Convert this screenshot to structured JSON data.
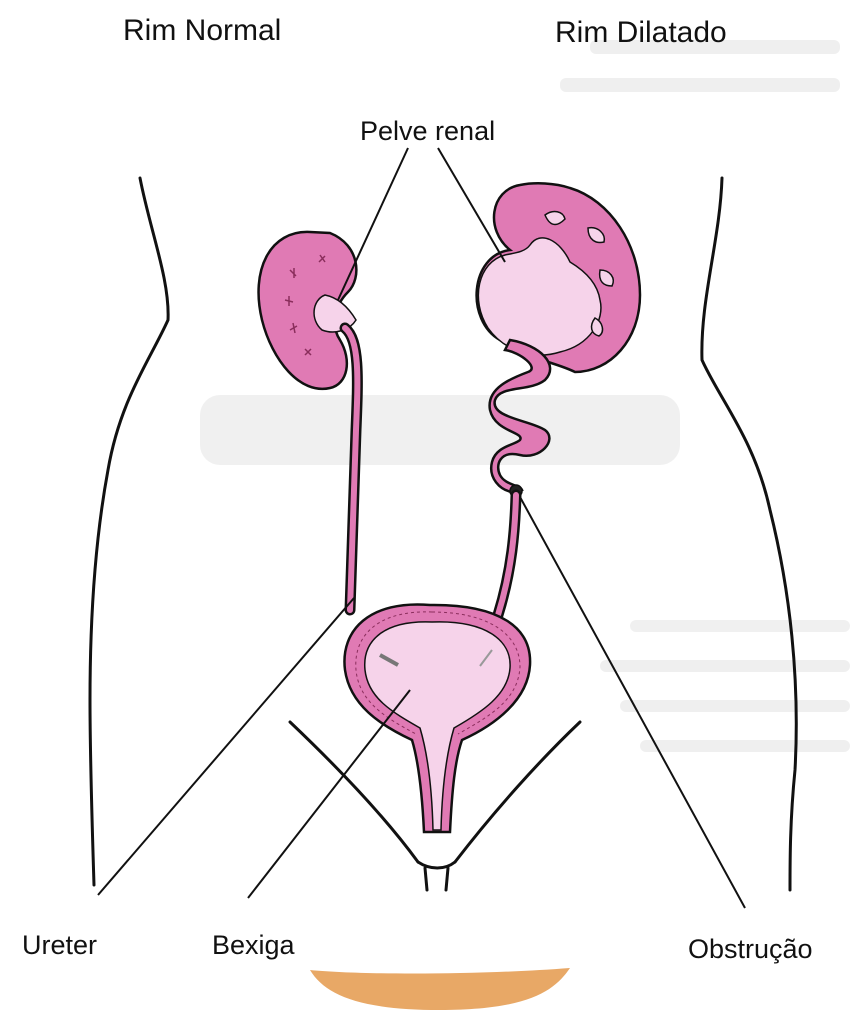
{
  "labels": {
    "rim_normal": "Rim Normal",
    "rim_dilatado": "Rim Dilatado",
    "pelve_renal": "Pelve renal",
    "ureter": "Ureter",
    "bexiga": "Bexiga",
    "obstrucao": "Obstrução"
  },
  "colors": {
    "tissue": "#e07ab4",
    "tissue_dark": "#b8467f",
    "pelvis_light": "#f6d3ea",
    "outline": "#111111",
    "body_line": "#111111",
    "skin_tone": "#e8a866"
  }
}
